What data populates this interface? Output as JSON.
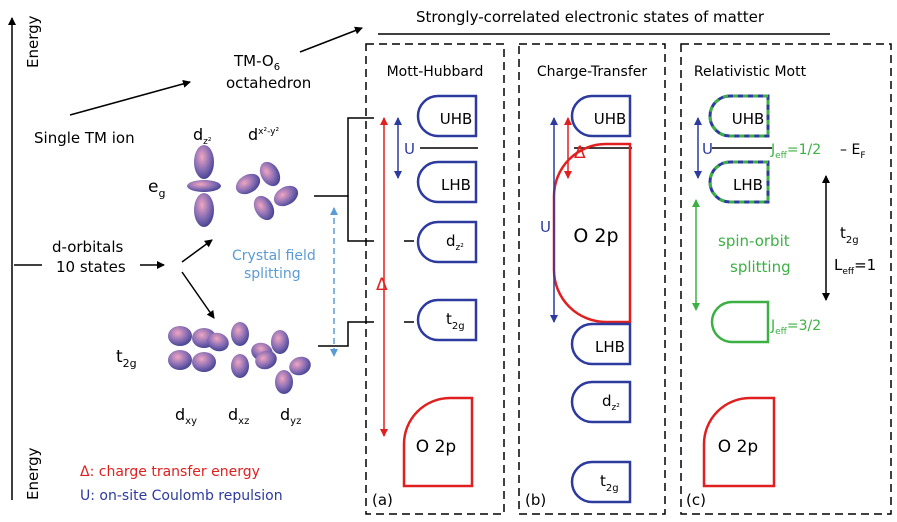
{
  "title": "Strongly-correlated electronic states of matter",
  "colors": {
    "blue": "#2d3a9e",
    "red": "#e02020",
    "green": "#3cb043",
    "light_blue": "#5b9bd5",
    "dashed_green": "#3cb043"
  },
  "left": {
    "energy_top": "Energy",
    "energy_bottom": "Energy",
    "single_ion": "Single TM ion",
    "octahedron_line1": "TM-O",
    "octahedron_sub": "6",
    "octahedron_line2": "octahedron",
    "d_orbitals_line1": "d-orbitals",
    "d_orbitals_line2": "10 states",
    "eg": "e",
    "eg_sub": "g",
    "t2g": "t",
    "t2g_sub": "2g",
    "dz2": "d",
    "dz2_sub": "z²",
    "dx2y2": "d",
    "dx2y2_sub": "x²-y²",
    "dxy": "d",
    "dxy_sub": "xy",
    "dxz": "d",
    "dxz_sub": "xz",
    "dyz": "d",
    "dyz_sub": "yz",
    "crystal_line1": "Crystal field",
    "crystal_line2": "splitting"
  },
  "legend": {
    "delta": "Δ: charge transfer energy",
    "u": "U: on-site Coulomb repulsion"
  },
  "panels": [
    {
      "tag": "(a)",
      "title": "Mott-Hubbard",
      "uhb": "UHB",
      "lhb": "LHB",
      "u": "U",
      "delta": "Δ",
      "dz2": "d",
      "dz2_sub": "z²",
      "t2g": "t",
      "t2g_sub": "2g",
      "o2p": "O 2p"
    },
    {
      "tag": "(b)",
      "title": "Charge-Transfer",
      "uhb": "UHB",
      "lhb": "LHB",
      "u": "U",
      "delta": "Δ",
      "dz2": "d",
      "dz2_sub": "z²",
      "t2g": "t",
      "t2g_sub": "2g",
      "o2p": "O 2p"
    },
    {
      "tag": "(c)",
      "title": "Relativistic Mott",
      "uhb": "UHB",
      "lhb": "LHB",
      "u": "U",
      "jeff_half": "=1/2",
      "jeff_32": "=3/2",
      "jeff": "J",
      "jeff_sub": "eff",
      "ef": "E",
      "ef_sub": "F",
      "soc_line1": "spin-orbit",
      "soc_line2": "splitting",
      "t2g": "t",
      "t2g_sub": "2g",
      "leff": "L",
      "leff_sub": "eff",
      "leff_val": "=1",
      "o2p": "O 2p"
    }
  ]
}
